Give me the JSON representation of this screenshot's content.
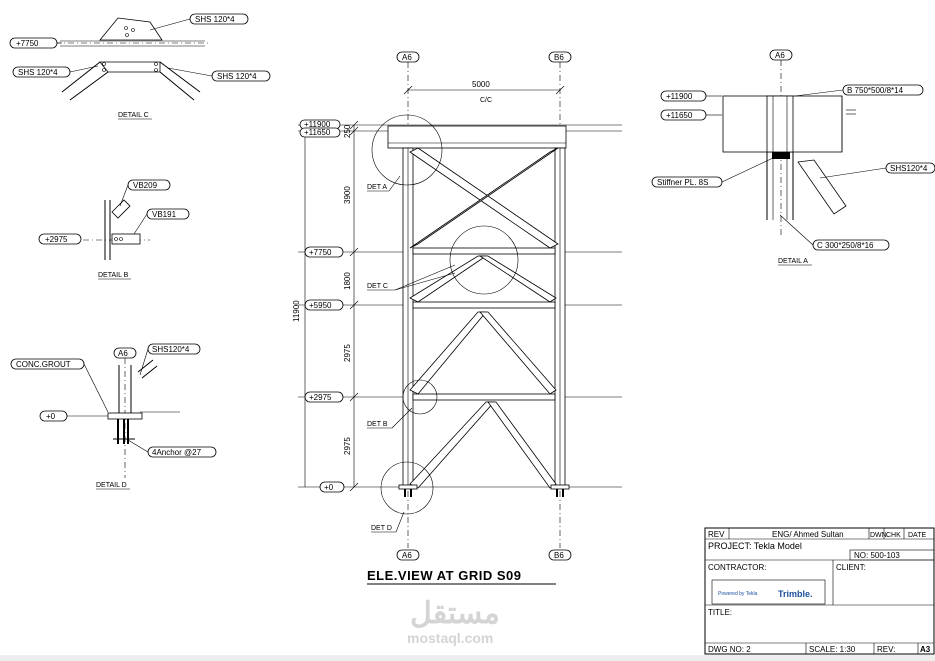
{
  "drawing": {
    "title": "ELE.VIEW AT GRID S09",
    "grids": [
      "A6",
      "B6"
    ],
    "bay_dimension": "5000",
    "bay_dimension_note": "C/C",
    "total_height": "11900",
    "segment_heights": [
      "250",
      "3900",
      "1800",
      "2975",
      "2975"
    ],
    "levels": [
      "+11900",
      "+11650",
      "+7750",
      "+5950",
      "+2975",
      "+0"
    ],
    "detail_callouts": [
      "DET A",
      "DET C",
      "DET B",
      "DET D"
    ]
  },
  "details": {
    "c": {
      "caption": "DETAIL C",
      "level": "+7750",
      "labels": [
        "SHS 120*4",
        "SHS 120*4",
        "SHS 120*4"
      ]
    },
    "b": {
      "caption": "DETAIL B",
      "level": "+2975",
      "labels": [
        "VB209",
        "VB191"
      ]
    },
    "d": {
      "caption": "DETAIL D",
      "level": "+0",
      "grid": "A6",
      "grout": "CONC.GROUT",
      "member": "SHS120*4",
      "anchor": "4Anchor @27"
    },
    "a": {
      "caption": "DETAIL A",
      "grid": "A6",
      "levels": [
        "+11900",
        "+11650"
      ],
      "beam": "B 750*500/8*14",
      "stiffener": "Stiffner PL. 8S",
      "brace": "SHS120*4",
      "column": "C 300*250/8*16"
    }
  },
  "title_block": {
    "rev": "REV",
    "eng": "ENG/   Ahmed Sultan",
    "col_dwn": "DWN",
    "col_chk": "CHK",
    "col_date": "DATE",
    "project": "PROJECT:  Tekla Model",
    "number": "NO: 500-103",
    "contractor": "CONTRACTOR:",
    "client": "CLIENT:",
    "logo_powered": "Powered by Tekla",
    "logo_brand": "Trimble.",
    "title_label": "TITLE:",
    "dwg_no": "DWG NO:  2",
    "scale": "SCALE: 1:30",
    "rev_footer": "REV:",
    "sheet": "A3"
  },
  "watermark": {
    "arabic": "مستقل",
    "latin": "mostaql.com"
  }
}
